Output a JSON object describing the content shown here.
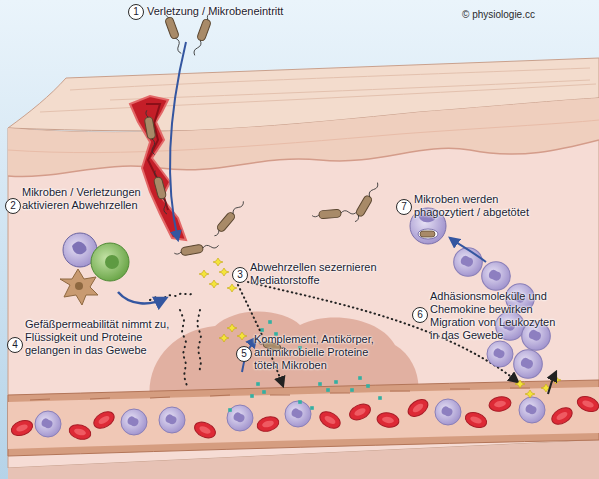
{
  "diagram": {
    "labels": [
      "1",
      "Verletzung / Mikrobeneintritt",
      "© physiologie.cc",
      "2",
      "Mikroben / Verletzungen aktivieren Abwehrzellen",
      "3",
      "Abwehrzellen sezernieren Mediatorstoffe",
      "7",
      "Mikroben werden phagozytiert / abgetötet",
      "4",
      "Gefäßpermeabilität nimmt zu, Flüssigkeit und Proteine gelangen in das Gewebe",
      "5",
      "Komplement, Antikörper, antimikrobielle Proteine töten Mikroben",
      "6",
      "Adhäsionsmoleküle und Chemokine bewirken Migration von Leukozyten in das Gewebe"
    ]
  }
}
